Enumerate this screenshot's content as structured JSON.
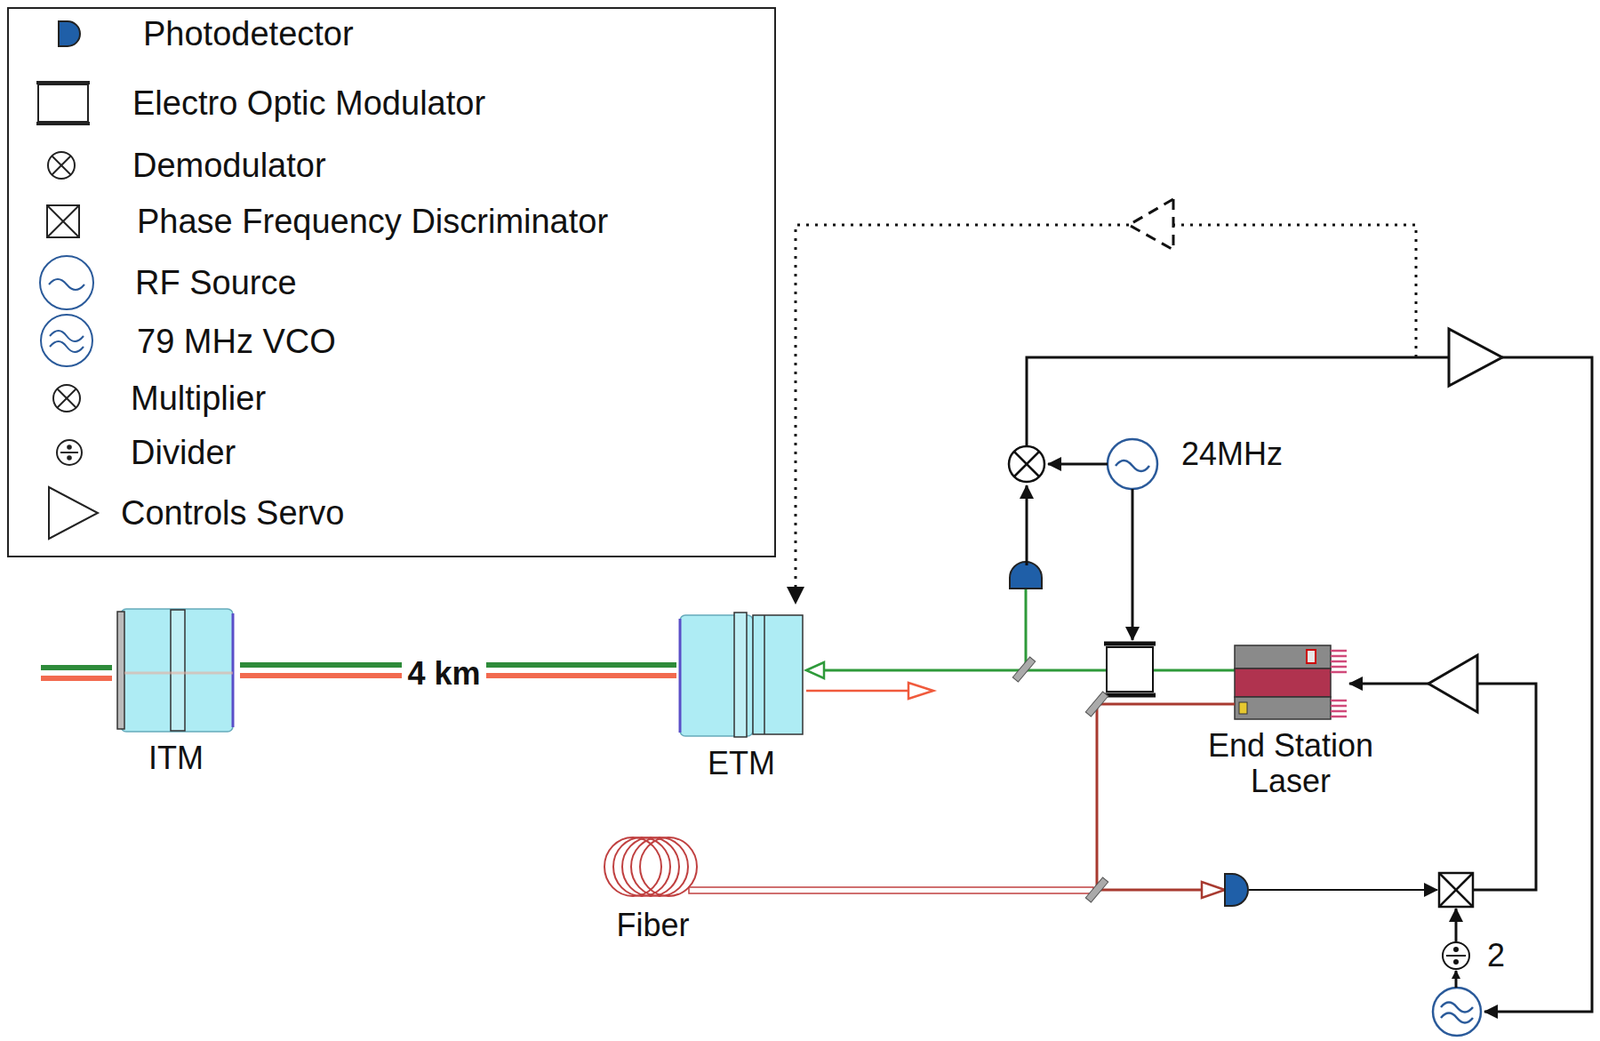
{
  "diagram": {
    "nodes": [
      {
        "text": [
          "ITM"
        ]
      },
      {
        "text": [
          "ETM"
        ]
      },
      {
        "text": [
          "End Station Laser"
        ]
      },
      {
        "text": [
          "Fiber"
        ]
      }
    ],
    "edges": [
      {
        "from": 0,
        "to": 1,
        "arrow": "none",
        "label": "4 km"
      },
      {
        "from": 2,
        "to": 1,
        "arrow": "to"
      }
    ],
    "labels": [
      "24MHz",
      "2"
    ],
    "legend": [
      {
        "text": "Photodetector"
      },
      {
        "text": "Electro Optic Modulator"
      },
      {
        "text": "Demodulator"
      },
      {
        "text": "Phase Frequency Discriminator"
      },
      {
        "text": "RF Source"
      },
      {
        "text": "79 MHz VCO"
      },
      {
        "text": "Multiplier"
      },
      {
        "text": "Divider"
      },
      {
        "text": "Controls Servo"
      }
    ]
  }
}
